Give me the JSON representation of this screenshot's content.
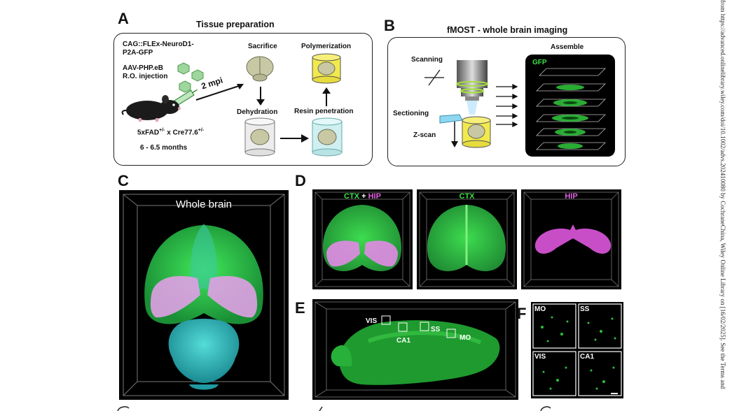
{
  "panels": {
    "a": {
      "label": "A",
      "title": "Tissue preparation",
      "construct": "CAG::FLEx-NeuroD1-\nP2A-GFP",
      "vector": "AAV-PHP.eB\nR.O. injection",
      "time": "2 mpi",
      "genotype": "5xFAD+/- x Cre77.6+/-",
      "genotype_main": "5xFAD",
      "genotype_sup1": "+/-",
      "genotype_mid": " x Cre77.6",
      "genotype_sup2": "+/-",
      "age": "6 - 6.5 months",
      "steps": [
        "Sacrifice",
        "Polymerization",
        "Dehydration",
        "Resin penetration"
      ]
    },
    "b": {
      "label": "B",
      "title": "fMOST - whole brain imaging",
      "scanning": "Scanning",
      "sectioning": "Sectioning",
      "zscan": "Z-scan",
      "assemble": "Assemble",
      "gfp": "GFP"
    },
    "c": {
      "label": "C",
      "title": "Whole brain"
    },
    "d": {
      "label": "D",
      "views": [
        {
          "a": "CTX",
          "plus": " + ",
          "b": "HIP"
        },
        {
          "a": "CTX",
          "plus": "",
          "b": ""
        },
        {
          "a": "",
          "plus": "",
          "b": "HIP"
        }
      ]
    },
    "e": {
      "label": "E",
      "regions": [
        "VIS",
        "CA1",
        "SS",
        "MO"
      ]
    },
    "f": {
      "label": "F",
      "tiles": [
        "MO",
        "SS",
        "VIS",
        "CA1"
      ]
    }
  },
  "side_text": "from https://advanced.onlinelibrary.wiley.com/doi/10.1002/advs.202410080 by CochraneChina, Wiley Online Library on [16/02/2025]. See the Terms and",
  "colors": {
    "gfp": "#2fbf3a",
    "hip": "#d86ad8",
    "cyan": "#34c7c7",
    "frame": "#222222"
  }
}
